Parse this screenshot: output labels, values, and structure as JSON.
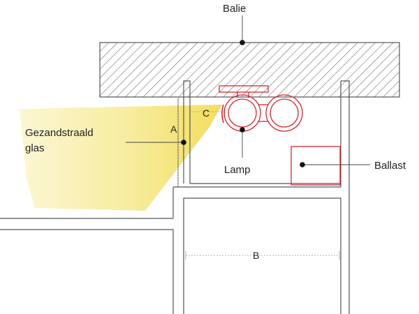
{
  "labels": {
    "counter": "Balie",
    "sandblasted_glass_line1": "Gezandstraald",
    "sandblasted_glass_line2": "glas",
    "lamp": "Lamp",
    "ballast": "Ballast",
    "dim_a": "A",
    "dim_b": "B",
    "dim_c": "C"
  },
  "colors": {
    "outline": "#555555",
    "lamp_red": "#d9252e",
    "light_yellow": "#f3e06a",
    "marker": "#111111"
  }
}
